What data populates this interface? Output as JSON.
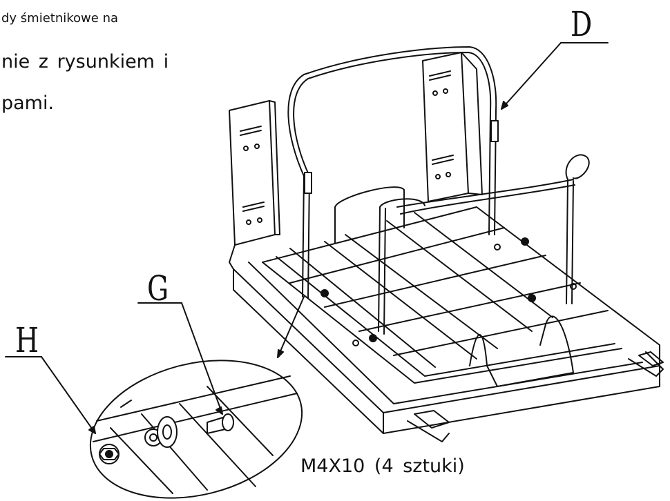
{
  "text": {
    "line1": "dy śmietnikowe na",
    "line2": "nie z rysunkiem i",
    "line3": "pami."
  },
  "labels": {
    "d": "D",
    "g": "G",
    "h": "H"
  },
  "caption": "M4X10 (4 sztuki)",
  "colors": {
    "ink": "#111111",
    "background": "#ffffff"
  }
}
